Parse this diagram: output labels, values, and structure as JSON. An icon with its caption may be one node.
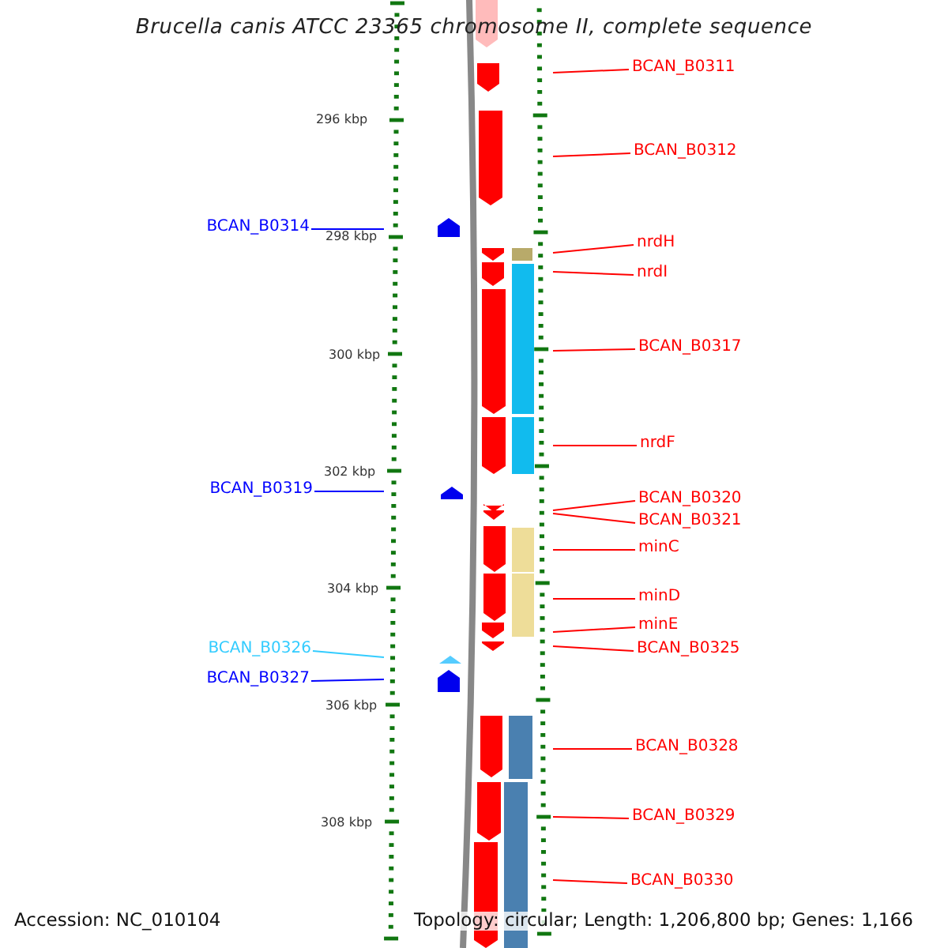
{
  "diagram": {
    "title": "Brucella canis ATCC 23365 chromosome II, complete sequence",
    "nodes": [
      {
        "text": [
          "BCAN_B0311"
        ]
      },
      {
        "text": [
          "BCAN_B0312"
        ]
      },
      {
        "text": [
          "BCAN_B0314"
        ]
      },
      {
        "text": [
          "nrdH"
        ]
      },
      {
        "text": [
          "nrdI"
        ]
      },
      {
        "text": [
          "BCAN_B0317"
        ]
      },
      {
        "text": [
          "nrdF"
        ]
      },
      {
        "text": [
          "BCAN_B0319"
        ]
      },
      {
        "text": [
          "BCAN_B0320"
        ]
      },
      {
        "text": [
          "BCAN_B0321"
        ]
      },
      {
        "text": [
          "minC"
        ]
      },
      {
        "text": [
          "minD"
        ]
      },
      {
        "text": [
          "minE"
        ]
      },
      {
        "text": [
          "BCAN_B0325"
        ]
      },
      {
        "text": [
          "BCAN_B0326"
        ]
      },
      {
        "text": [
          "BCAN_B0327"
        ]
      },
      {
        "text": [
          "BCAN_B0328"
        ]
      },
      {
        "text": [
          "BCAN_B0329"
        ]
      },
      {
        "text": [
          "BCAN_B0330"
        ]
      },
      {
        "text": [],
        "shape": "picture"
      }
    ],
    "edges": [
      {
        "from": 0,
        "to": 19,
        "arrow": "none"
      },
      {
        "from": 1,
        "to": 19,
        "arrow": "none"
      },
      {
        "from": 2,
        "to": 19,
        "arrow": "none",
        "color": "#0000ff"
      },
      {
        "from": 3,
        "to": 19,
        "arrow": "none"
      },
      {
        "from": 4,
        "to": 19,
        "arrow": "none"
      },
      {
        "from": 5,
        "to": 19,
        "arrow": "none"
      },
      {
        "from": 6,
        "to": 19,
        "arrow": "none"
      },
      {
        "from": 7,
        "to": 19,
        "arrow": "none",
        "color": "#0000ff"
      },
      {
        "from": 8,
        "to": 19,
        "arrow": "none"
      },
      {
        "from": 9,
        "to": 19,
        "arrow": "none"
      },
      {
        "from": 10,
        "to": 19,
        "arrow": "none"
      },
      {
        "from": 11,
        "to": 19,
        "arrow": "none"
      },
      {
        "from": 12,
        "to": 19,
        "arrow": "none"
      },
      {
        "from": 13,
        "to": 19,
        "arrow": "none"
      },
      {
        "from": 14,
        "to": 19,
        "arrow": "none",
        "color": "#33ccff"
      },
      {
        "from": 15,
        "to": 19,
        "arrow": "none",
        "color": "#0000ff"
      },
      {
        "from": 16,
        "to": 19,
        "arrow": "none"
      },
      {
        "from": 17,
        "to": 19,
        "arrow": "none"
      },
      {
        "from": 18,
        "to": 19,
        "arrow": "none"
      }
    ],
    "labels": [
      "296 kbp",
      "298 kbp",
      "300 kbp",
      "302 kbp",
      "304 kbp",
      "306 kbp",
      "308 kbp",
      "Accession: NC_010104",
      "Topology: circular; Length: 1,206,800 bp; Genes: 1,166"
    ]
  }
}
